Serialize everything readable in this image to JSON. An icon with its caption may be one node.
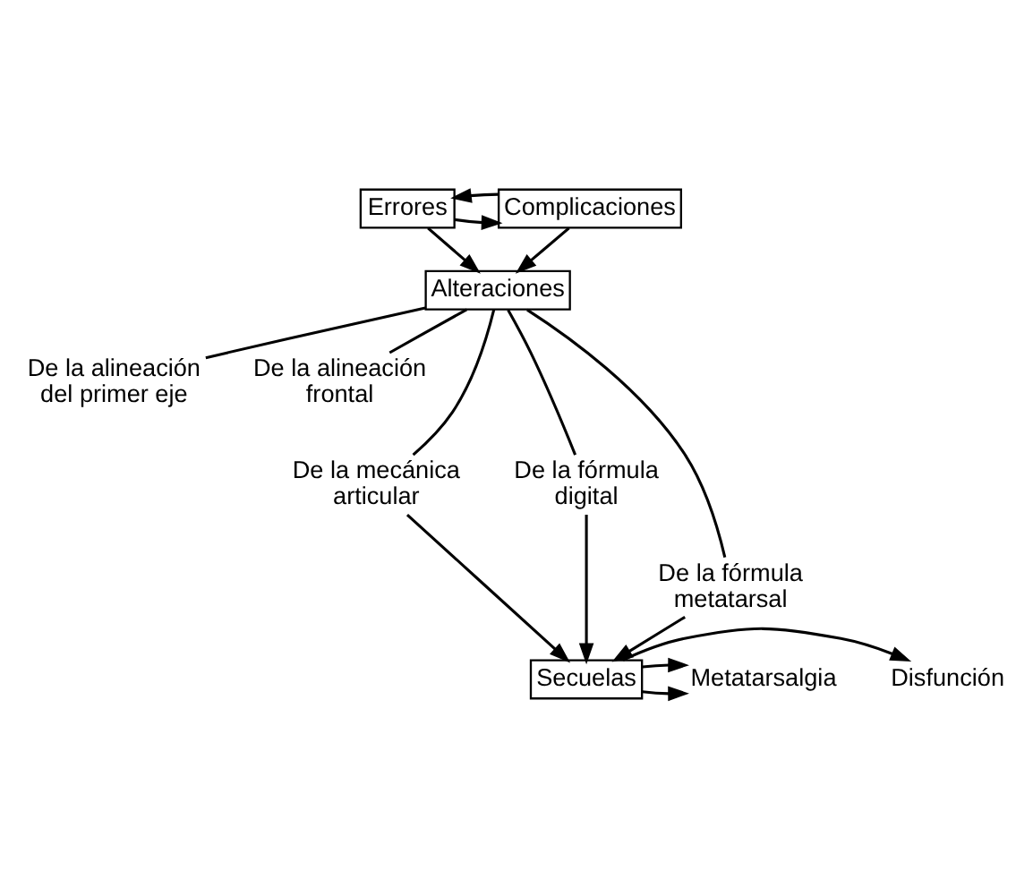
{
  "diagram": {
    "nodes": [
      {
        "text": [
          "Errores"
        ]
      },
      {
        "text": [
          "Complicaciones"
        ]
      },
      {
        "text": [
          "Alteraciones"
        ]
      },
      {
        "text": [
          "De la alineación del primer eje"
        ]
      },
      {
        "text": [
          "De la alineación frontal"
        ]
      },
      {
        "text": [
          "De la mecánica articular"
        ]
      },
      {
        "text": [
          "De la fórmula digital"
        ]
      },
      {
        "text": [
          "De la fórmula metatarsal"
        ]
      },
      {
        "text": [
          "Disfunción"
        ]
      },
      {
        "text": [
          "Secuelas"
        ]
      },
      {
        "text": [
          "Metatarsalgia"
        ]
      }
    ],
    "edges": [
      {
        "from": 0,
        "to": 1,
        "arrow": "to"
      },
      {
        "from": 1,
        "to": 0,
        "arrow": "to"
      },
      {
        "from": 0,
        "to": 2,
        "arrow": "to"
      },
      {
        "from": 1,
        "to": 2,
        "arrow": "to"
      },
      {
        "from": 2,
        "to": 3,
        "arrow": "none"
      },
      {
        "from": 2,
        "to": 5,
        "arrow": "none"
      },
      {
        "from": 2,
        "to": 7,
        "arrow": "none"
      },
      {
        "from": 2,
        "to": 6,
        "arrow": "none"
      },
      {
        "from": 2,
        "to": 4,
        "arrow": "none"
      },
      {
        "from": 5,
        "to": 9,
        "arrow": "to"
      },
      {
        "from": 7,
        "to": 9,
        "arrow": "to"
      },
      {
        "from": 6,
        "to": 9,
        "arrow": "to"
      },
      {
        "from": 9,
        "to": 8,
        "arrow": "to"
      },
      {
        "from": 9,
        "to": 10,
        "arrow": "to"
      },
      {
        "from": 9,
        "to": 10,
        "arrow": "to"
      }
    ]
  }
}
